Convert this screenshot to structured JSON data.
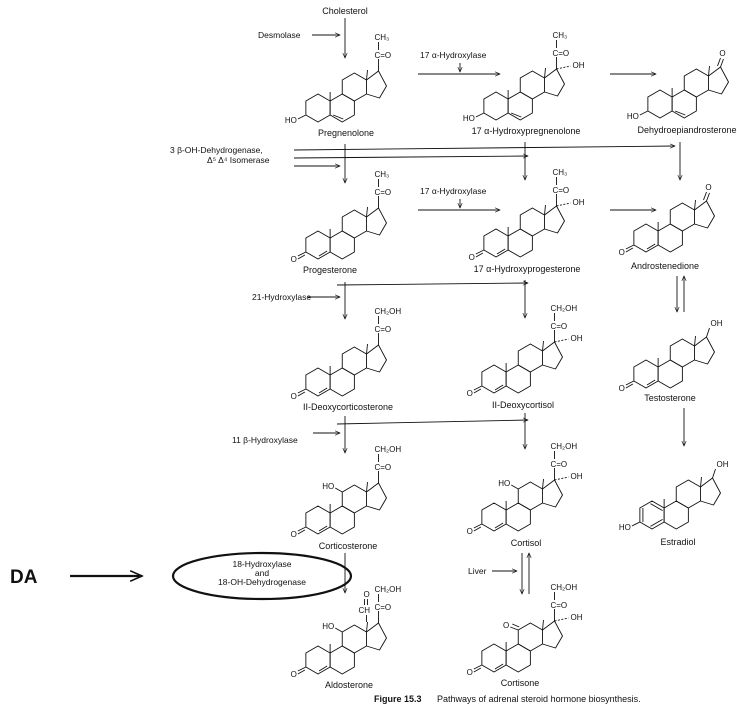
{
  "nodes": {
    "cholesterol": "Cholesterol",
    "pregnenolone": "Pregnenolone",
    "hydroxypregnenolone": "17 α-Hydroxypregnenolone",
    "dhea": "Dehydroepiandrosterone",
    "progesterone": "Progesterone",
    "hydroxyprogesterone": "17 α-Hydroxyprogesterone",
    "androstenedione": "Androstenedione",
    "testosterone": "Testosterone",
    "deoxycorticosterone": "II-Deoxycorticosterone",
    "deoxycortisol": "II-Deoxycortisol",
    "estradiol": "Estradiol",
    "corticosterone": "Corticosterone",
    "cortisol": "Cortisol",
    "aldosterone": "Aldosterone",
    "cortisone": "Cortisone"
  },
  "enzymes": {
    "desmolase": "Desmolase",
    "hydroxylase17_top": "17 α-Hydroxylase",
    "dehydrogenase_line1": "3 β-OH-Dehydrogenase,",
    "dehydrogenase_line2": "Δ⁵ Δ⁴ Isomerase",
    "hydroxylase17_mid": "17 α-Hydroxylase",
    "hydroxylase21": "21-Hydroxylase",
    "hydroxylase11": "11 β-Hydroxylase",
    "hydroxylase18_line1": "18-Hydroxylase",
    "hydroxylase18_line2": "and",
    "hydroxylase18_line3": "18-OH-Dehydrogenase",
    "liver": "Liver"
  },
  "groups": {
    "ch3": "CH₃",
    "ch2oh": "CH₂OH",
    "co": "C=O",
    "oh": "OH",
    "ho": "HO",
    "o": "O",
    "ch": "CH"
  },
  "annotation": {
    "da": "DA"
  },
  "caption": {
    "label": "Figure 15.3",
    "text": "Pathways of adrenal steroid hormone biosynthesis."
  }
}
